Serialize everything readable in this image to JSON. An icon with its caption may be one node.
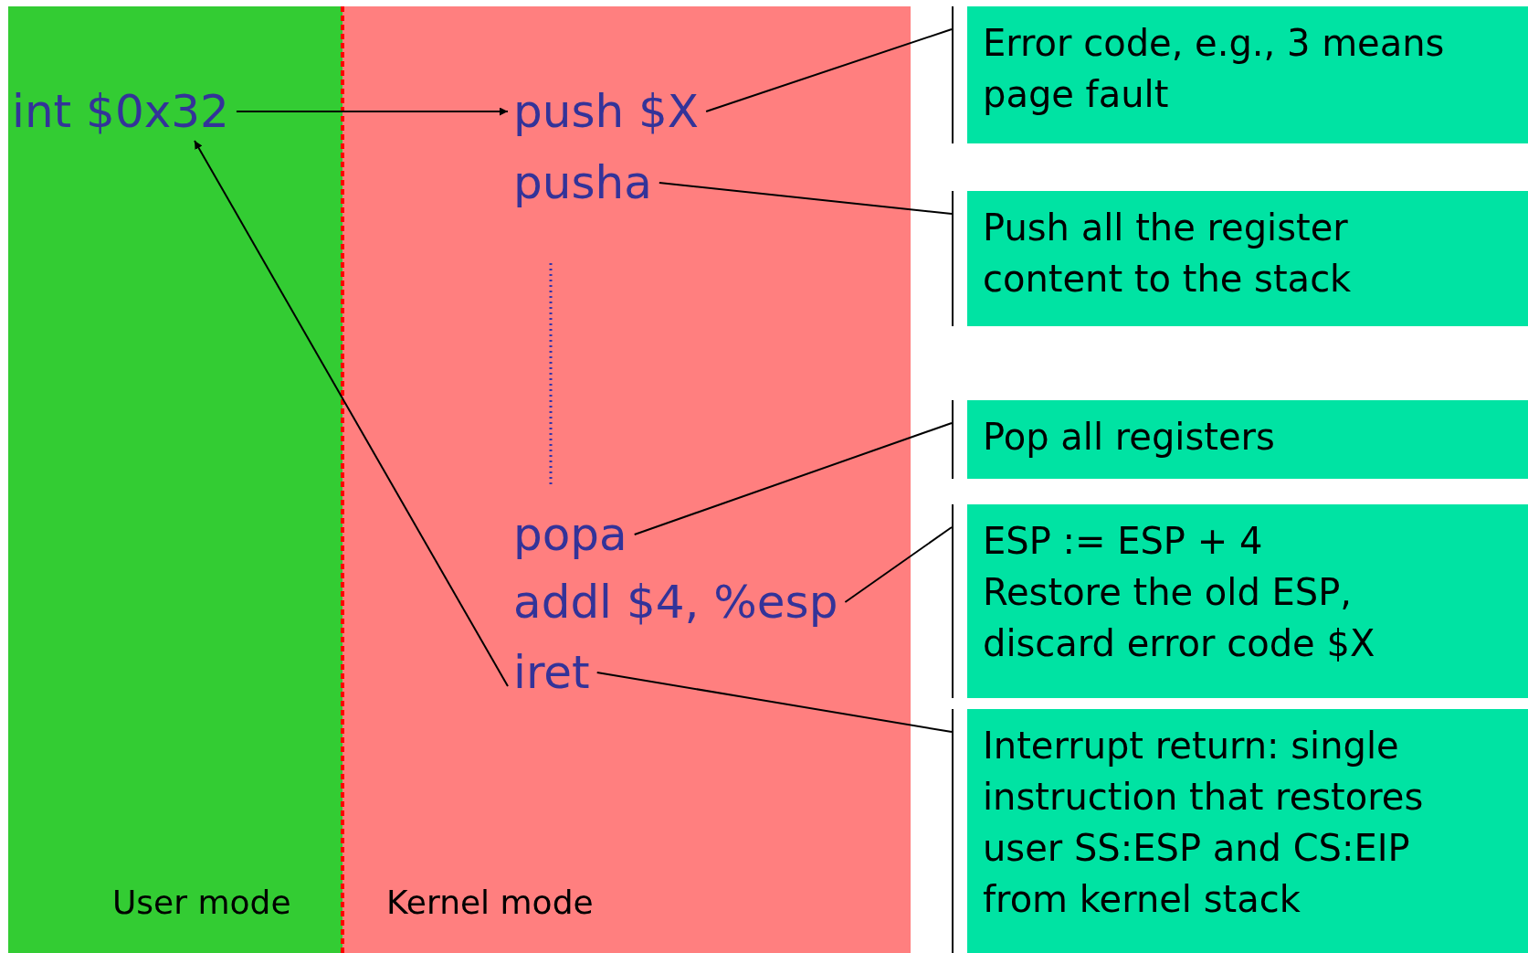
{
  "diagram": {
    "nodes": [
      {
        "text": [
          "User mode"
        ]
      },
      {
        "text": [
          "Kernel mode"
        ]
      },
      {
        "text": [
          "int $0x32"
        ],
        "in": 0
      },
      {
        "text": [
          "push $X"
        ],
        "in": 1
      },
      {
        "text": [
          "pusha"
        ],
        "in": 1
      },
      {
        "text": [
          "popa"
        ],
        "in": 1
      },
      {
        "text": [
          "addl $4, %esp"
        ],
        "in": 1
      },
      {
        "text": [
          "iret"
        ],
        "in": 1
      },
      {
        "text": [
          "Error code, e.g., 3 means page fault"
        ]
      },
      {
        "text": [
          "Push all the register content to the stack"
        ]
      },
      {
        "text": [
          "Pop all registers"
        ]
      },
      {
        "text": [
          "ESP := ESP + 4",
          "Restore the old ESP, discard error code $X"
        ]
      },
      {
        "text": [
          "Interrupt return: single instruction that restores user SS:ESP and CS:EIP from kernel stack"
        ]
      }
    ],
    "edges": [
      {
        "from": 2,
        "to": 3,
        "arrow": "to"
      },
      {
        "from": 7,
        "to": 2,
        "arrow": "to"
      },
      {
        "from": 3,
        "to": 8,
        "arrow": "none"
      },
      {
        "from": 4,
        "to": 9,
        "arrow": "none"
      },
      {
        "from": 5,
        "to": 10,
        "arrow": "none"
      },
      {
        "from": 6,
        "to": 11,
        "arrow": "none"
      },
      {
        "from": 7,
        "to": 12,
        "arrow": "none"
      }
    ]
  }
}
